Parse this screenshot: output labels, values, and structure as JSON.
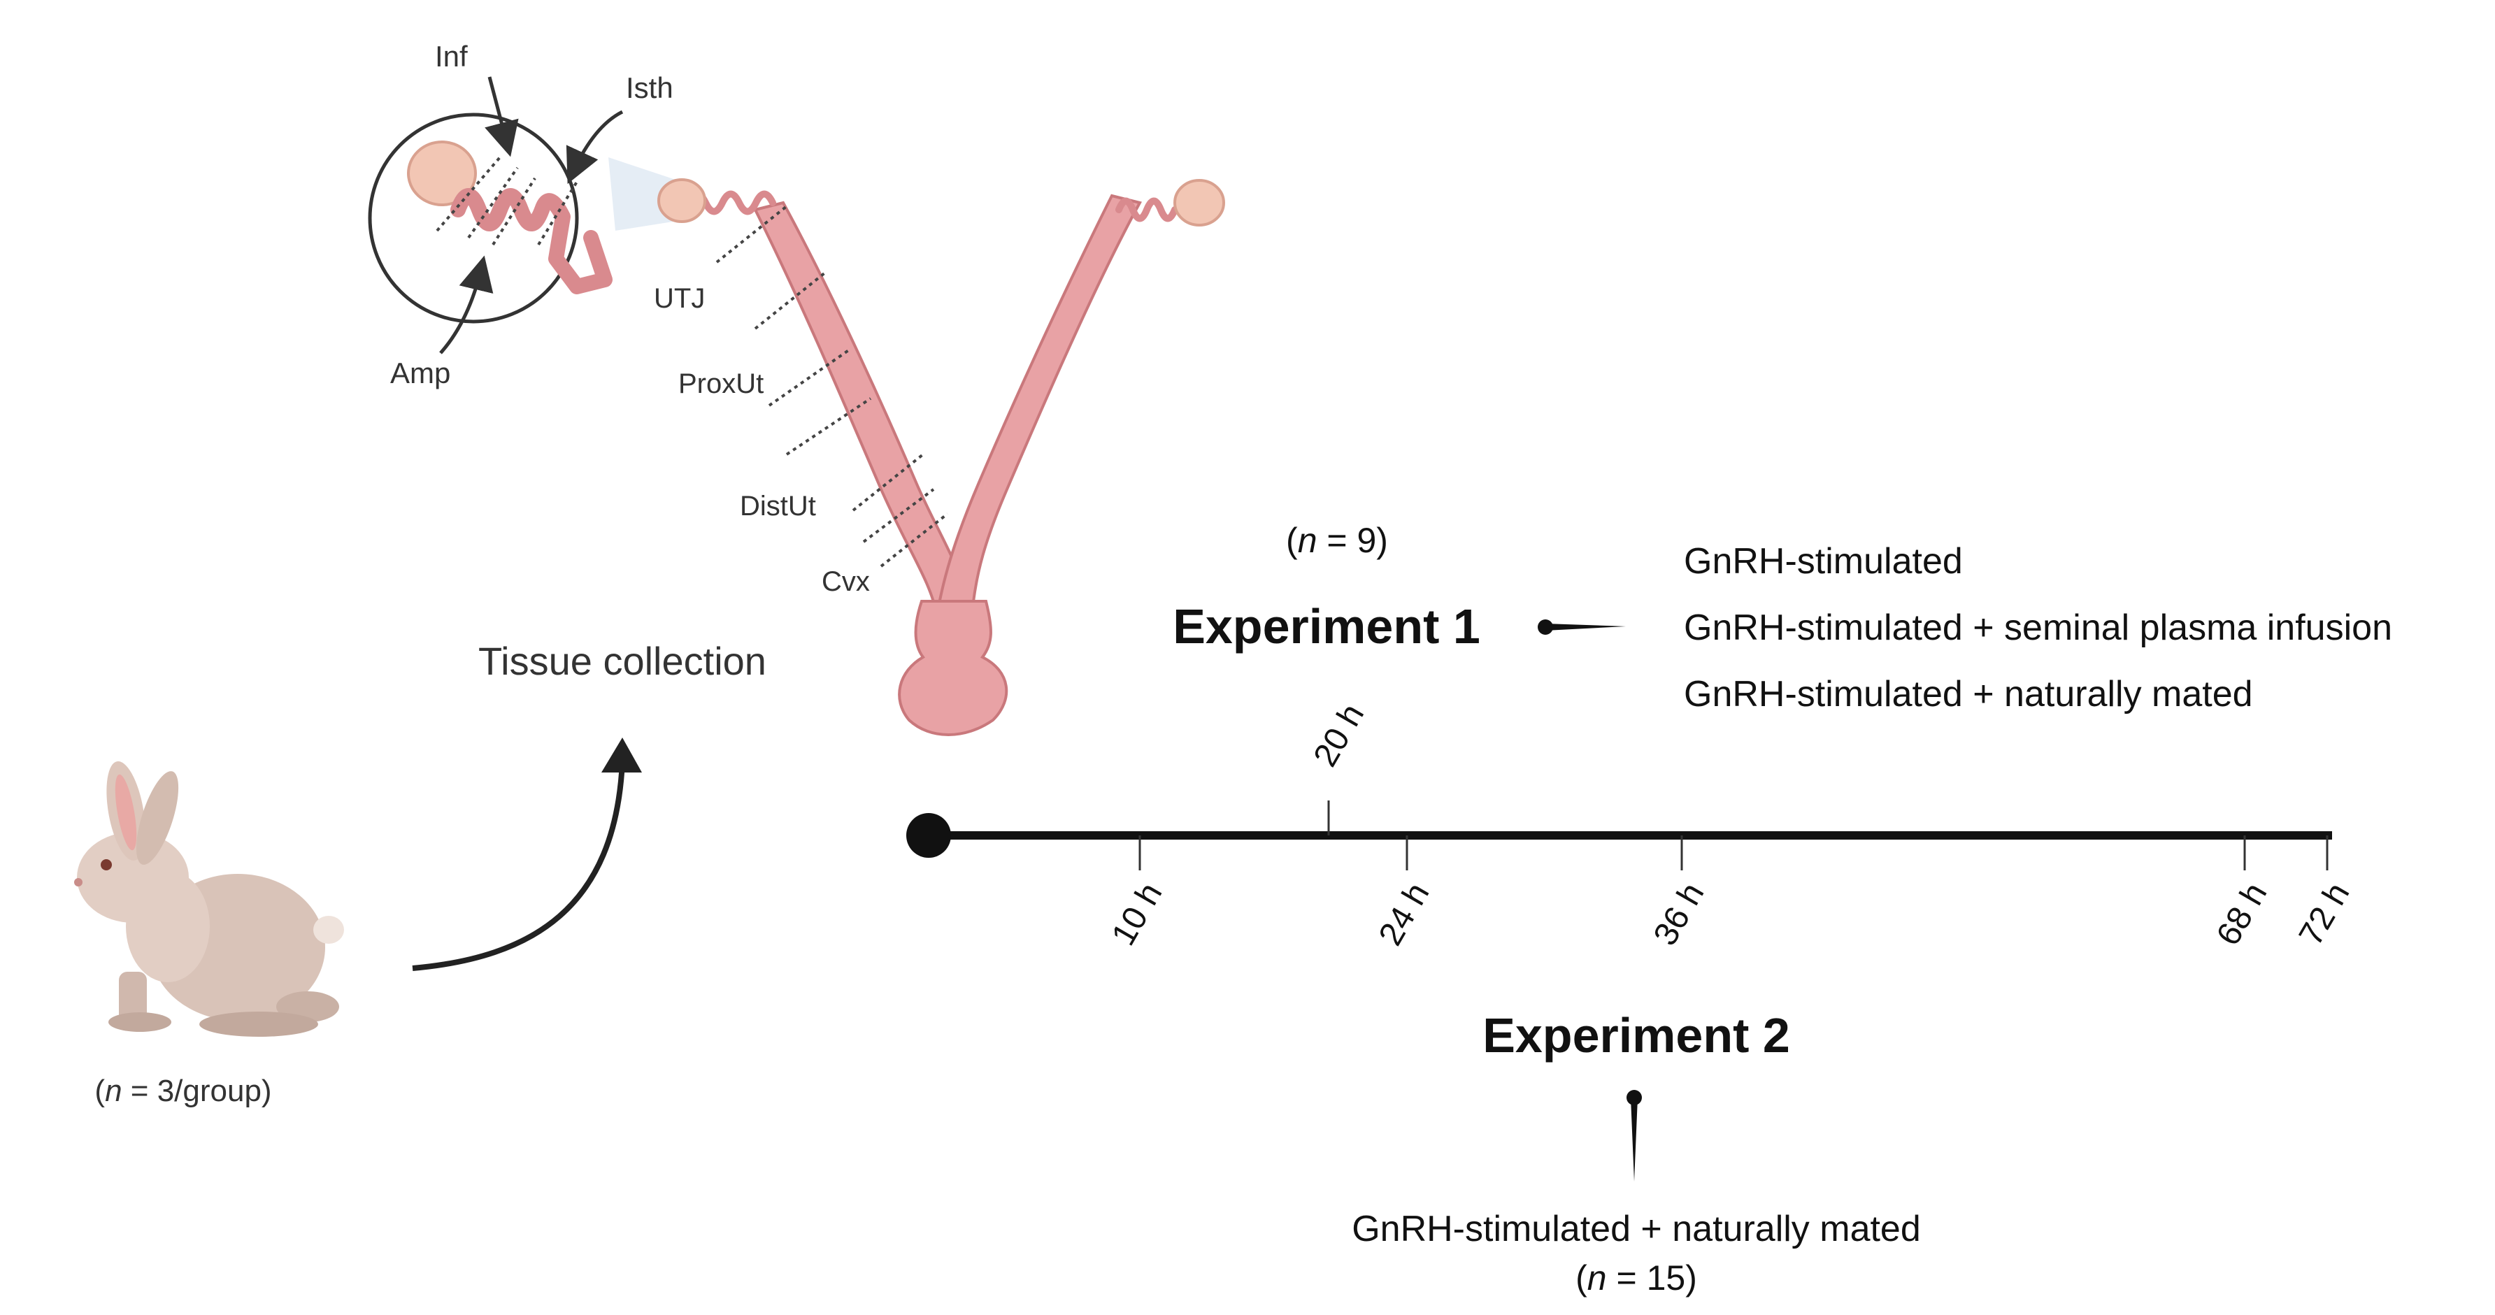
{
  "anatomy": {
    "inset_labels": {
      "inf": "Inf",
      "isth": "Isth",
      "amp": "Amp"
    },
    "tract_labels": {
      "utj": "UTJ",
      "proxut": "ProxUt",
      "distut": "DistUt",
      "cvx": "Cvx"
    },
    "tissue_label": "Tissue collection"
  },
  "rabbit": {
    "n_prefix": "(",
    "n_var": "n",
    "n_suffix": " = 3/group)"
  },
  "experiment1": {
    "title": "Experiment 1",
    "n_prefix": "(",
    "n_var": "n",
    "n_suffix": " = 9)",
    "groups": [
      "GnRH-stimulated",
      "GnRH-stimulated + seminal plasma infusion",
      "GnRH-stimulated + naturally mated"
    ]
  },
  "experiment2": {
    "title": "Experiment 2",
    "group": "GnRH-stimulated + naturally mated",
    "n_prefix": "(",
    "n_var": "n",
    "n_suffix": " = 15)"
  },
  "timeline": {
    "ticks_below": [
      "10 h",
      "24 h",
      "36 h",
      "68 h",
      "72 h"
    ],
    "tick_above": "20 h"
  },
  "colors": {
    "tract": "#e8a2a5",
    "tract_dark": "#c9787c",
    "ovary": "#f2c6b4",
    "rabbit": "#d9c3b8",
    "line": "#111111",
    "text": "#333333"
  }
}
